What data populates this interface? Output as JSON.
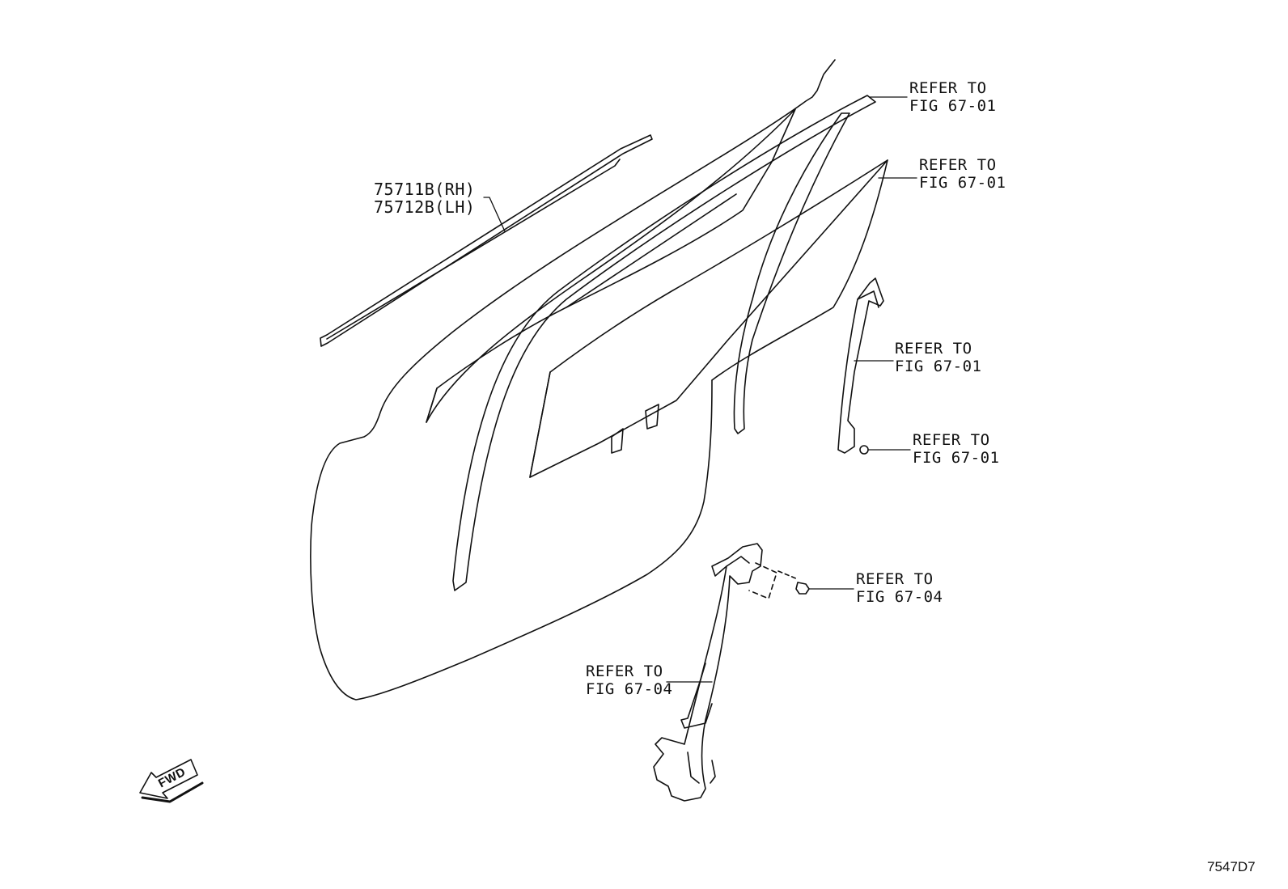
{
  "part_label": {
    "line1": "75711B(RH)",
    "line2": "75712B(LH)"
  },
  "callouts": [
    {
      "line1": "REFER TO",
      "line2": "FIG 67-01"
    },
    {
      "line1": "REFER TO",
      "line2": "FIG 67-01"
    },
    {
      "line1": "REFER TO",
      "line2": "FIG 67-01"
    },
    {
      "line1": "REFER TO",
      "line2": "FIG 67-01"
    },
    {
      "line1": "REFER TO",
      "line2": "FIG 67-04"
    },
    {
      "line1": "REFER TO",
      "line2": "FIG 67-04"
    }
  ],
  "fwd_arrow_text": "FWD",
  "diagram_code": "7547D7"
}
